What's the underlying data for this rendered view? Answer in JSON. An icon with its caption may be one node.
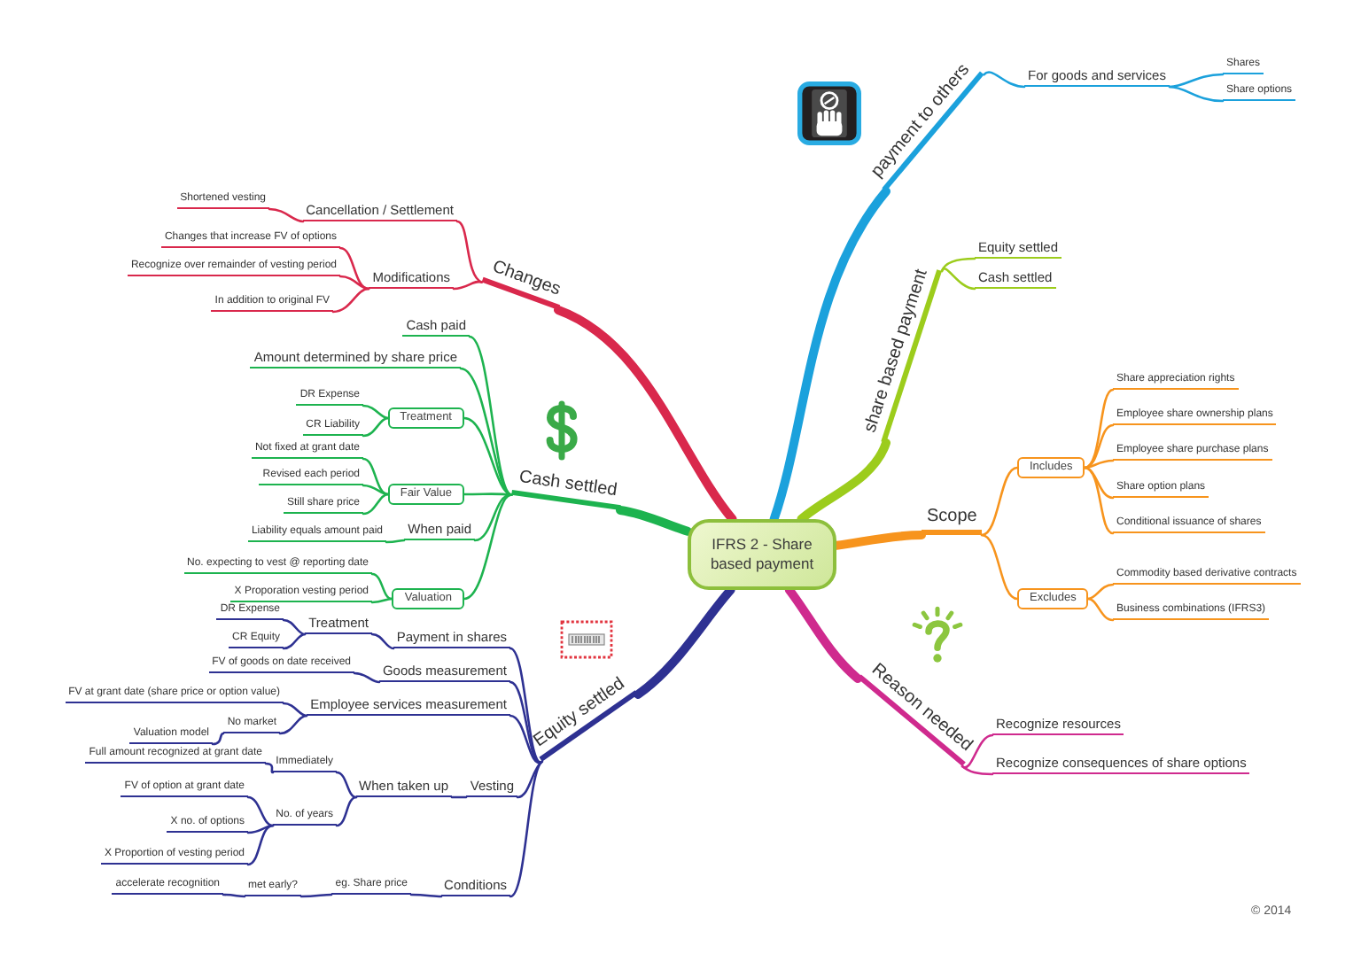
{
  "diagram": {
    "nodes": [
      {
        "text": [
          "IFRS 2 - Share based payment"
        ]
      },
      {
        "text": [
          "payment to others"
        ]
      },
      {
        "text": [
          "For goods and services"
        ]
      },
      {
        "text": [
          "Shares"
        ]
      },
      {
        "text": [
          "Share options"
        ]
      },
      {
        "text": [
          "share based payment"
        ]
      },
      {
        "text": [
          "Equity settled"
        ]
      },
      {
        "text": [
          "Cash settled"
        ]
      },
      {
        "text": [
          "Scope"
        ]
      },
      {
        "text": [
          "Includes"
        ]
      },
      {
        "text": [
          "Share appreciation rights"
        ]
      },
      {
        "text": [
          "Employee share ownership plans"
        ]
      },
      {
        "text": [
          "Employee share purchase plans"
        ]
      },
      {
        "text": [
          "Share option plans"
        ]
      },
      {
        "text": [
          "Conditional issuance of shares"
        ]
      },
      {
        "text": [
          "Excludes"
        ]
      },
      {
        "text": [
          "Commodity based derivative contracts"
        ]
      },
      {
        "text": [
          "Business combinations (IFRS3)"
        ]
      },
      {
        "text": [
          "Reason needed"
        ]
      },
      {
        "text": [
          "Recognize resources"
        ]
      },
      {
        "text": [
          "Recognize consequences of share options"
        ]
      },
      {
        "text": [
          "Changes"
        ]
      },
      {
        "text": [
          "Cancellation / Settlement"
        ]
      },
      {
        "text": [
          "Shortened vesting"
        ]
      },
      {
        "text": [
          "Modifications"
        ]
      },
      {
        "text": [
          "Changes that increase FV of options"
        ]
      },
      {
        "text": [
          "Recognize over remainder of vesting period"
        ]
      },
      {
        "text": [
          "In addition to original FV"
        ]
      },
      {
        "text": [
          "Cash settled"
        ]
      },
      {
        "text": [
          "Cash paid"
        ]
      },
      {
        "text": [
          "Amount determined by share price"
        ]
      },
      {
        "text": [
          "Treatment"
        ]
      },
      {
        "text": [
          "DR Expense"
        ]
      },
      {
        "text": [
          "CR Liability"
        ]
      },
      {
        "text": [
          "Fair Value"
        ]
      },
      {
        "text": [
          "Not fixed at grant date"
        ]
      },
      {
        "text": [
          "Revised each period"
        ]
      },
      {
        "text": [
          "Still share price"
        ]
      },
      {
        "text": [
          "When paid"
        ]
      },
      {
        "text": [
          "Liability equals amount paid"
        ]
      },
      {
        "text": [
          "Valuation"
        ]
      },
      {
        "text": [
          "No. expecting to vest @ reporting date"
        ]
      },
      {
        "text": [
          "X Proporation vesting period"
        ]
      },
      {
        "text": [
          "Equity settled"
        ]
      },
      {
        "text": [
          "Payment in shares"
        ]
      },
      {
        "text": [
          "Treatment"
        ]
      },
      {
        "text": [
          "DR Expense"
        ]
      },
      {
        "text": [
          "CR Equity"
        ]
      },
      {
        "text": [
          "Goods measurement"
        ]
      },
      {
        "text": [
          "FV of goods on date received"
        ]
      },
      {
        "text": [
          "Employee services measurement"
        ]
      },
      {
        "text": [
          "FV at grant date (share price or option value)"
        ]
      },
      {
        "text": [
          "No market"
        ]
      },
      {
        "text": [
          "Valuation model"
        ]
      },
      {
        "text": [
          "Vesting"
        ]
      },
      {
        "text": [
          "When taken up"
        ]
      },
      {
        "text": [
          "Immediately"
        ]
      },
      {
        "text": [
          "Full amount recognized at grant date"
        ]
      },
      {
        "text": [
          "No. of years"
        ]
      },
      {
        "text": [
          "FV of option at grant date"
        ]
      },
      {
        "text": [
          "X no. of options"
        ]
      },
      {
        "text": [
          "X Proportion of vesting period"
        ]
      },
      {
        "text": [
          "Conditions"
        ]
      },
      {
        "text": [
          "eg. Share price"
        ]
      },
      {
        "text": [
          "met early?"
        ]
      },
      {
        "text": [
          "accelerate recognition"
        ]
      }
    ],
    "edges": [
      {
        "from": 0,
        "to": 1,
        "arrow": "none",
        "style": "thick",
        "color": "#1ba1dc"
      },
      {
        "from": 1,
        "to": 2,
        "arrow": "none",
        "color": "#1ba1dc"
      },
      {
        "from": 2,
        "to": 3,
        "arrow": "none",
        "color": "#1ba1dc"
      },
      {
        "from": 2,
        "to": 4,
        "arrow": "none",
        "color": "#1ba1dc"
      },
      {
        "from": 0,
        "to": 5,
        "arrow": "none",
        "style": "thick",
        "color": "#9ccc1c"
      },
      {
        "from": 5,
        "to": 6,
        "arrow": "none",
        "color": "#9ccc1c"
      },
      {
        "from": 5,
        "to": 7,
        "arrow": "none",
        "color": "#9ccc1c"
      },
      {
        "from": 0,
        "to": 8,
        "arrow": "none",
        "style": "thick",
        "color": "#f7941d"
      },
      {
        "from": 8,
        "to": 9,
        "arrow": "none",
        "color": "#f7941d"
      },
      {
        "from": 9,
        "to": 10,
        "arrow": "none",
        "color": "#f7941d"
      },
      {
        "from": 9,
        "to": 11,
        "arrow": "none",
        "color": "#f7941d"
      },
      {
        "from": 9,
        "to": 12,
        "arrow": "none",
        "color": "#f7941d"
      },
      {
        "from": 9,
        "to": 13,
        "arrow": "none",
        "color": "#f7941d"
      },
      {
        "from": 9,
        "to": 14,
        "arrow": "none",
        "color": "#f7941d"
      },
      {
        "from": 8,
        "to": 15,
        "arrow": "none",
        "color": "#f7941d"
      },
      {
        "from": 15,
        "to": 16,
        "arrow": "none",
        "color": "#f7941d"
      },
      {
        "from": 15,
        "to": 17,
        "arrow": "none",
        "color": "#f7941d"
      },
      {
        "from": 0,
        "to": 18,
        "arrow": "none",
        "style": "thick",
        "color": "#cf2a8e"
      },
      {
        "from": 18,
        "to": 19,
        "arrow": "none",
        "color": "#cf2a8e"
      },
      {
        "from": 18,
        "to": 20,
        "arrow": "none",
        "color": "#cf2a8e"
      },
      {
        "from": 0,
        "to": 21,
        "arrow": "none",
        "style": "thick",
        "color": "#d9284c"
      },
      {
        "from": 21,
        "to": 22,
        "arrow": "none",
        "color": "#d9284c"
      },
      {
        "from": 22,
        "to": 23,
        "arrow": "none",
        "color": "#d9284c"
      },
      {
        "from": 21,
        "to": 24,
        "arrow": "none",
        "color": "#d9284c"
      },
      {
        "from": 24,
        "to": 25,
        "arrow": "none",
        "color": "#d9284c"
      },
      {
        "from": 24,
        "to": 26,
        "arrow": "none",
        "color": "#d9284c"
      },
      {
        "from": 24,
        "to": 27,
        "arrow": "none",
        "color": "#d9284c"
      },
      {
        "from": 0,
        "to": 28,
        "arrow": "none",
        "style": "thick",
        "color": "#1db34f"
      },
      {
        "from": 28,
        "to": 29,
        "arrow": "none",
        "color": "#1db34f"
      },
      {
        "from": 28,
        "to": 30,
        "arrow": "none",
        "color": "#1db34f"
      },
      {
        "from": 28,
        "to": 31,
        "arrow": "none",
        "color": "#1db34f"
      },
      {
        "from": 31,
        "to": 32,
        "arrow": "none",
        "color": "#1db34f"
      },
      {
        "from": 31,
        "to": 33,
        "arrow": "none",
        "color": "#1db34f"
      },
      {
        "from": 28,
        "to": 34,
        "arrow": "none",
        "color": "#1db34f"
      },
      {
        "from": 34,
        "to": 35,
        "arrow": "none",
        "color": "#1db34f"
      },
      {
        "from": 34,
        "to": 36,
        "arrow": "none",
        "color": "#1db34f"
      },
      {
        "from": 34,
        "to": 37,
        "arrow": "none",
        "color": "#1db34f"
      },
      {
        "from": 28,
        "to": 38,
        "arrow": "none",
        "color": "#1db34f"
      },
      {
        "from": 38,
        "to": 39,
        "arrow": "none",
        "color": "#1db34f"
      },
      {
        "from": 28,
        "to": 40,
        "arrow": "none",
        "color": "#1db34f"
      },
      {
        "from": 40,
        "to": 41,
        "arrow": "none",
        "color": "#1db34f"
      },
      {
        "from": 40,
        "to": 42,
        "arrow": "none",
        "color": "#1db34f"
      },
      {
        "from": 0,
        "to": 43,
        "arrow": "none",
        "style": "thick"
      },
      {
        "from": 43,
        "to": 44,
        "arrow": "none"
      },
      {
        "from": 44,
        "to": 45,
        "arrow": "none"
      },
      {
        "from": 45,
        "to": 46,
        "arrow": "none"
      },
      {
        "from": 45,
        "to": 47,
        "arrow": "none"
      },
      {
        "from": 43,
        "to": 48,
        "arrow": "none"
      },
      {
        "from": 48,
        "to": 49,
        "arrow": "none"
      },
      {
        "from": 43,
        "to": 50,
        "arrow": "none"
      },
      {
        "from": 50,
        "to": 51,
        "arrow": "none"
      },
      {
        "from": 50,
        "to": 52,
        "arrow": "none"
      },
      {
        "from": 52,
        "to": 53,
        "arrow": "none"
      },
      {
        "from": 43,
        "to": 54,
        "arrow": "none"
      },
      {
        "from": 54,
        "to": 55,
        "arrow": "none"
      },
      {
        "from": 55,
        "to": 56,
        "arrow": "none"
      },
      {
        "from": 56,
        "to": 57,
        "arrow": "none"
      },
      {
        "from": 55,
        "to": 58,
        "arrow": "none"
      },
      {
        "from": 58,
        "to": 59,
        "arrow": "none"
      },
      {
        "from": 58,
        "to": 60,
        "arrow": "none"
      },
      {
        "from": 58,
        "to": 61,
        "arrow": "none"
      },
      {
        "from": 43,
        "to": 62,
        "arrow": "none"
      },
      {
        "from": 62,
        "to": 63,
        "arrow": "none"
      },
      {
        "from": 63,
        "to": 64,
        "arrow": "none"
      },
      {
        "from": 64,
        "to": 65,
        "arrow": "none"
      }
    ],
    "labels": [
      "© 2014"
    ]
  }
}
